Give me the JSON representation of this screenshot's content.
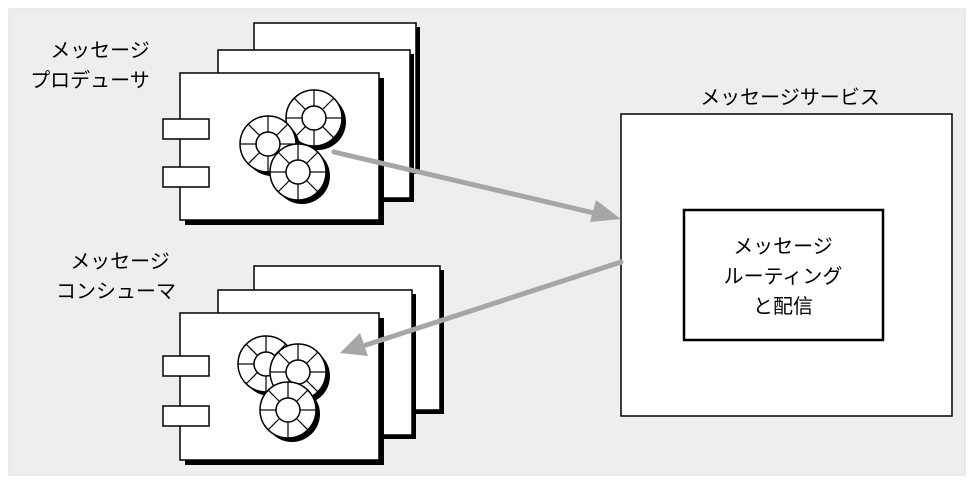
{
  "producer": {
    "label_line1": "メッセージ",
    "label_line2": "プロデューサ"
  },
  "consumer": {
    "label_line1": "メッセージ",
    "label_line2": "コンシューマ"
  },
  "service": {
    "label": "メッセージサービス",
    "inner_line1": "メッセージ",
    "inner_line2": "ルーティング",
    "inner_line3": "と配信"
  },
  "colors": {
    "background": "#eeeeee",
    "arrow": "#a6a6a6",
    "stroke": "#000000",
    "fill": "#ffffff"
  }
}
